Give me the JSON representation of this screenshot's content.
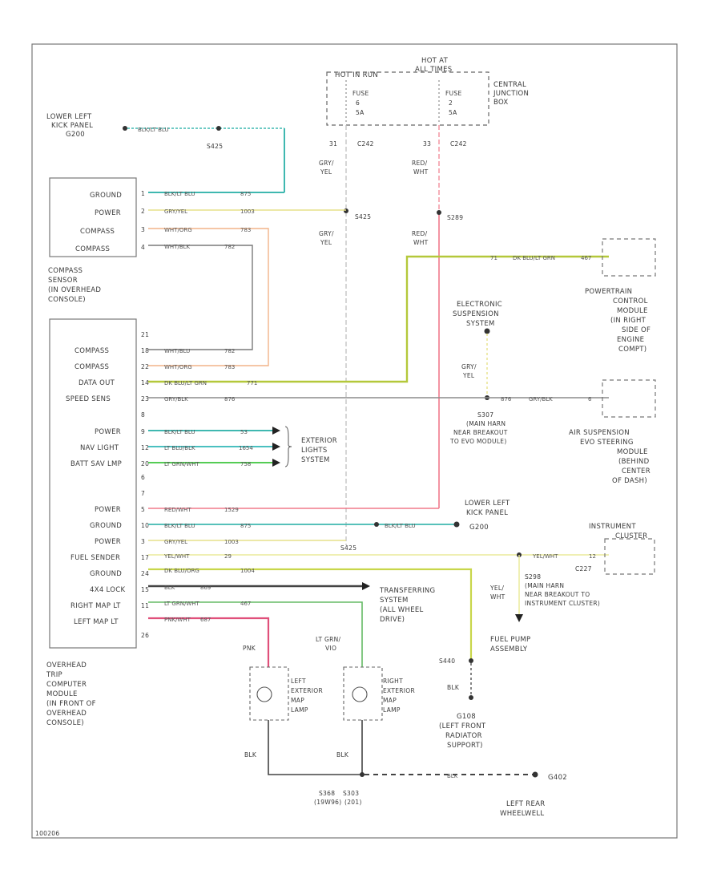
{
  "colors": {
    "blk_lt_blu": "#3fb8b0",
    "gry_yel": "#e6e08a",
    "wht_org": "#f2b488",
    "wht_blk": "#7a7a7a",
    "wht_blu": "#8a8a8a",
    "dk_blu_lt_grn": "#b4c83a",
    "gry_blk": "#8c8c8c",
    "lt_blu_blk": "#4ac0c0",
    "lt_grn_wht": "#55cc55",
    "red_wht": "#f07a8a",
    "yel_wht": "#eaea9a",
    "dk_blu_org": "#c8d64a",
    "blk": "#444444",
    "lt_grn_wht2": "#66bb66",
    "pnk_wht": "#e0507a",
    "gry": "#bbbbbb",
    "lt_grn_vio": "#55cc66"
  },
  "labels": {
    "ground_top": [
      "LOWER LEFT",
      "KICK PANEL",
      "G200"
    ],
    "hot_at": [
      "HOT AT",
      "ALL TIMES"
    ],
    "hot_in_run": "HOT IN RUN",
    "fuse1": [
      "FUSE",
      "6",
      "5A"
    ],
    "fuse2": [
      "FUSE",
      "2",
      "5A"
    ],
    "cjb": [
      "CENTRAL",
      "JUNCTION",
      "BOX"
    ],
    "c242a": "C242",
    "c242b": "C242",
    "pin_a": "31",
    "pin_b": "33",
    "gry_yel_a": [
      "GRY/",
      "YEL"
    ],
    "red_wht_a": [
      "RED/",
      "WHT"
    ],
    "s425": "S425",
    "s289": "S289",
    "gry_yel_b": [
      "GRY/",
      "YEL"
    ],
    "red_wht_b": [
      "RED/",
      "WHT"
    ],
    "compass_pins": [
      "GROUND",
      "POWER",
      "COMPASS",
      "COMPASS"
    ],
    "compass_sensor": [
      "COMPASS",
      "SENSOR",
      "(IN OVERHEAD",
      "CONSOLE)"
    ],
    "pcm": [
      "POWERTRAIN",
      "CONTROL",
      "MODULE",
      "(IN RIGHT",
      "SIDE OF",
      "ENGINE",
      "COMPT)"
    ],
    "ess": [
      "ELECTRONIC",
      "SUSPENSION",
      "SYSTEM"
    ],
    "gry_yel_c": [
      "GRY/",
      "YEL"
    ],
    "s307": [
      "S307",
      "(MAIN HARN",
      "NEAR BREAKOUT",
      "TO EVO MODULE)"
    ],
    "air_susp": [
      "AIR SUSPENSION",
      "EVO STEERING",
      "MODULE",
      "(BEHIND",
      "CENTER",
      "OF DASH)"
    ],
    "otc_pins": [
      "COMPASS",
      "COMPASS",
      "DATA OUT",
      "SPEED SENS",
      "POWER",
      "NAV LIGHT",
      "BATT SAV LMP",
      "POWER",
      "GROUND",
      "POWER",
      "FUEL SENDER",
      "GROUND",
      "4X4 LOCK",
      "RIGHT MAP LT",
      "LEFT MAP LT"
    ],
    "exterior": [
      "EXTERIOR",
      "LIGHTS",
      "SYSTEM"
    ],
    "ground_mid": [
      "LOWER LEFT",
      "KICK PANEL",
      "G200"
    ],
    "instrument": [
      "INSTRUMENT",
      "CLUSTER"
    ],
    "c227": "C227",
    "yel_wht": [
      "YEL/",
      "WHT"
    ],
    "s298": [
      "S298",
      "(MAIN HARN",
      "NEAR BREAKOUT TO",
      "INSTRUMENT CLUSTER)"
    ],
    "transfer": [
      "TRANSFERRING",
      "SYSTEM",
      "(ALL WHEEL",
      "DRIVE)"
    ],
    "otc": [
      "OVERHEAD",
      "TRIP",
      "COMPUTER",
      "MODULE",
      "(IN FRONT OF",
      "OVERHEAD",
      "CONSOLE)"
    ],
    "pnk": "PNK",
    "lt_grn_vio": [
      "LT GRN/",
      "VIO"
    ],
    "s440": "S440",
    "blk_mid": "BLK",
    "fuel_pump": [
      "FUEL PUMP",
      "ASSEMBLY"
    ],
    "left_lamp": [
      "LEFT",
      "EXTERIOR",
      "MAP",
      "LAMP"
    ],
    "right_lamp": [
      "RIGHT",
      "EXTERIOR",
      "MAP",
      "LAMP"
    ],
    "g108": [
      "G108",
      "(LEFT FRONT",
      "RADIATOR",
      "SUPPORT)"
    ],
    "blk_l": "BLK",
    "blk_r": "BLK",
    "rear_blk": "BLK",
    "g402": "G402",
    "s368": [
      "S368",
      "(19W96)"
    ],
    "s303": [
      "S303",
      "(201)"
    ],
    "left_rear": [
      "LEFT REAR",
      "WHEELWELL"
    ],
    "fig_id": "100206"
  },
  "wires": {
    "blk_lt_blu_top": "BLK/LT BLU",
    "w1": [
      "BLK/LT BLU",
      "875"
    ],
    "w2": [
      "GRY/YEL",
      "1003"
    ],
    "w3": [
      "WHT/ORG",
      "783"
    ],
    "w4": [
      "WHT/BLK",
      "782"
    ],
    "w_pcm": [
      "DK BLU/LT GRN",
      "467"
    ],
    "o1": [
      "WHT/BLU",
      "782"
    ],
    "o2": [
      "WHT/ORG",
      "783"
    ],
    "o3": [
      "DK BLU/LT GRN",
      "771"
    ],
    "o4": [
      "GRY/BLK",
      "876"
    ],
    "o4b": [
      "876",
      "GRY/BLK"
    ],
    "o5": [
      "BLK/LT BLU",
      "53"
    ],
    "o6": [
      "LT BLU/BLK",
      "1654"
    ],
    "o7": [
      "LT GRN/WHT",
      "758"
    ],
    "o8": [
      "RED/WHT",
      "1529"
    ],
    "o9": [
      "BLK/LT BLU",
      "875"
    ],
    "o9b": "BLK/LT BLU",
    "o10": [
      "GRY/YEL",
      "1003"
    ],
    "o11": [
      "YEL/WHT",
      "29"
    ],
    "o11b": "YEL/WHT",
    "o12": [
      "DK BLU/ORG",
      "1004"
    ],
    "o13": [
      "BLK",
      "869"
    ],
    "o14": [
      "LT GRN/WHT",
      "467"
    ],
    "o15": [
      "PNK/WHT",
      "687"
    ]
  },
  "pins": {
    "compass": [
      "1",
      "2",
      "3",
      "4"
    ],
    "otc": [
      "21",
      "18",
      "22",
      "14",
      "23",
      "8",
      "9",
      "12",
      "20",
      "6",
      "7",
      "5",
      "10",
      "3",
      "17",
      "24",
      "15",
      "11",
      "26"
    ],
    "ps": "1",
    "pcm": "71",
    "air": "6",
    "ic": "12"
  }
}
